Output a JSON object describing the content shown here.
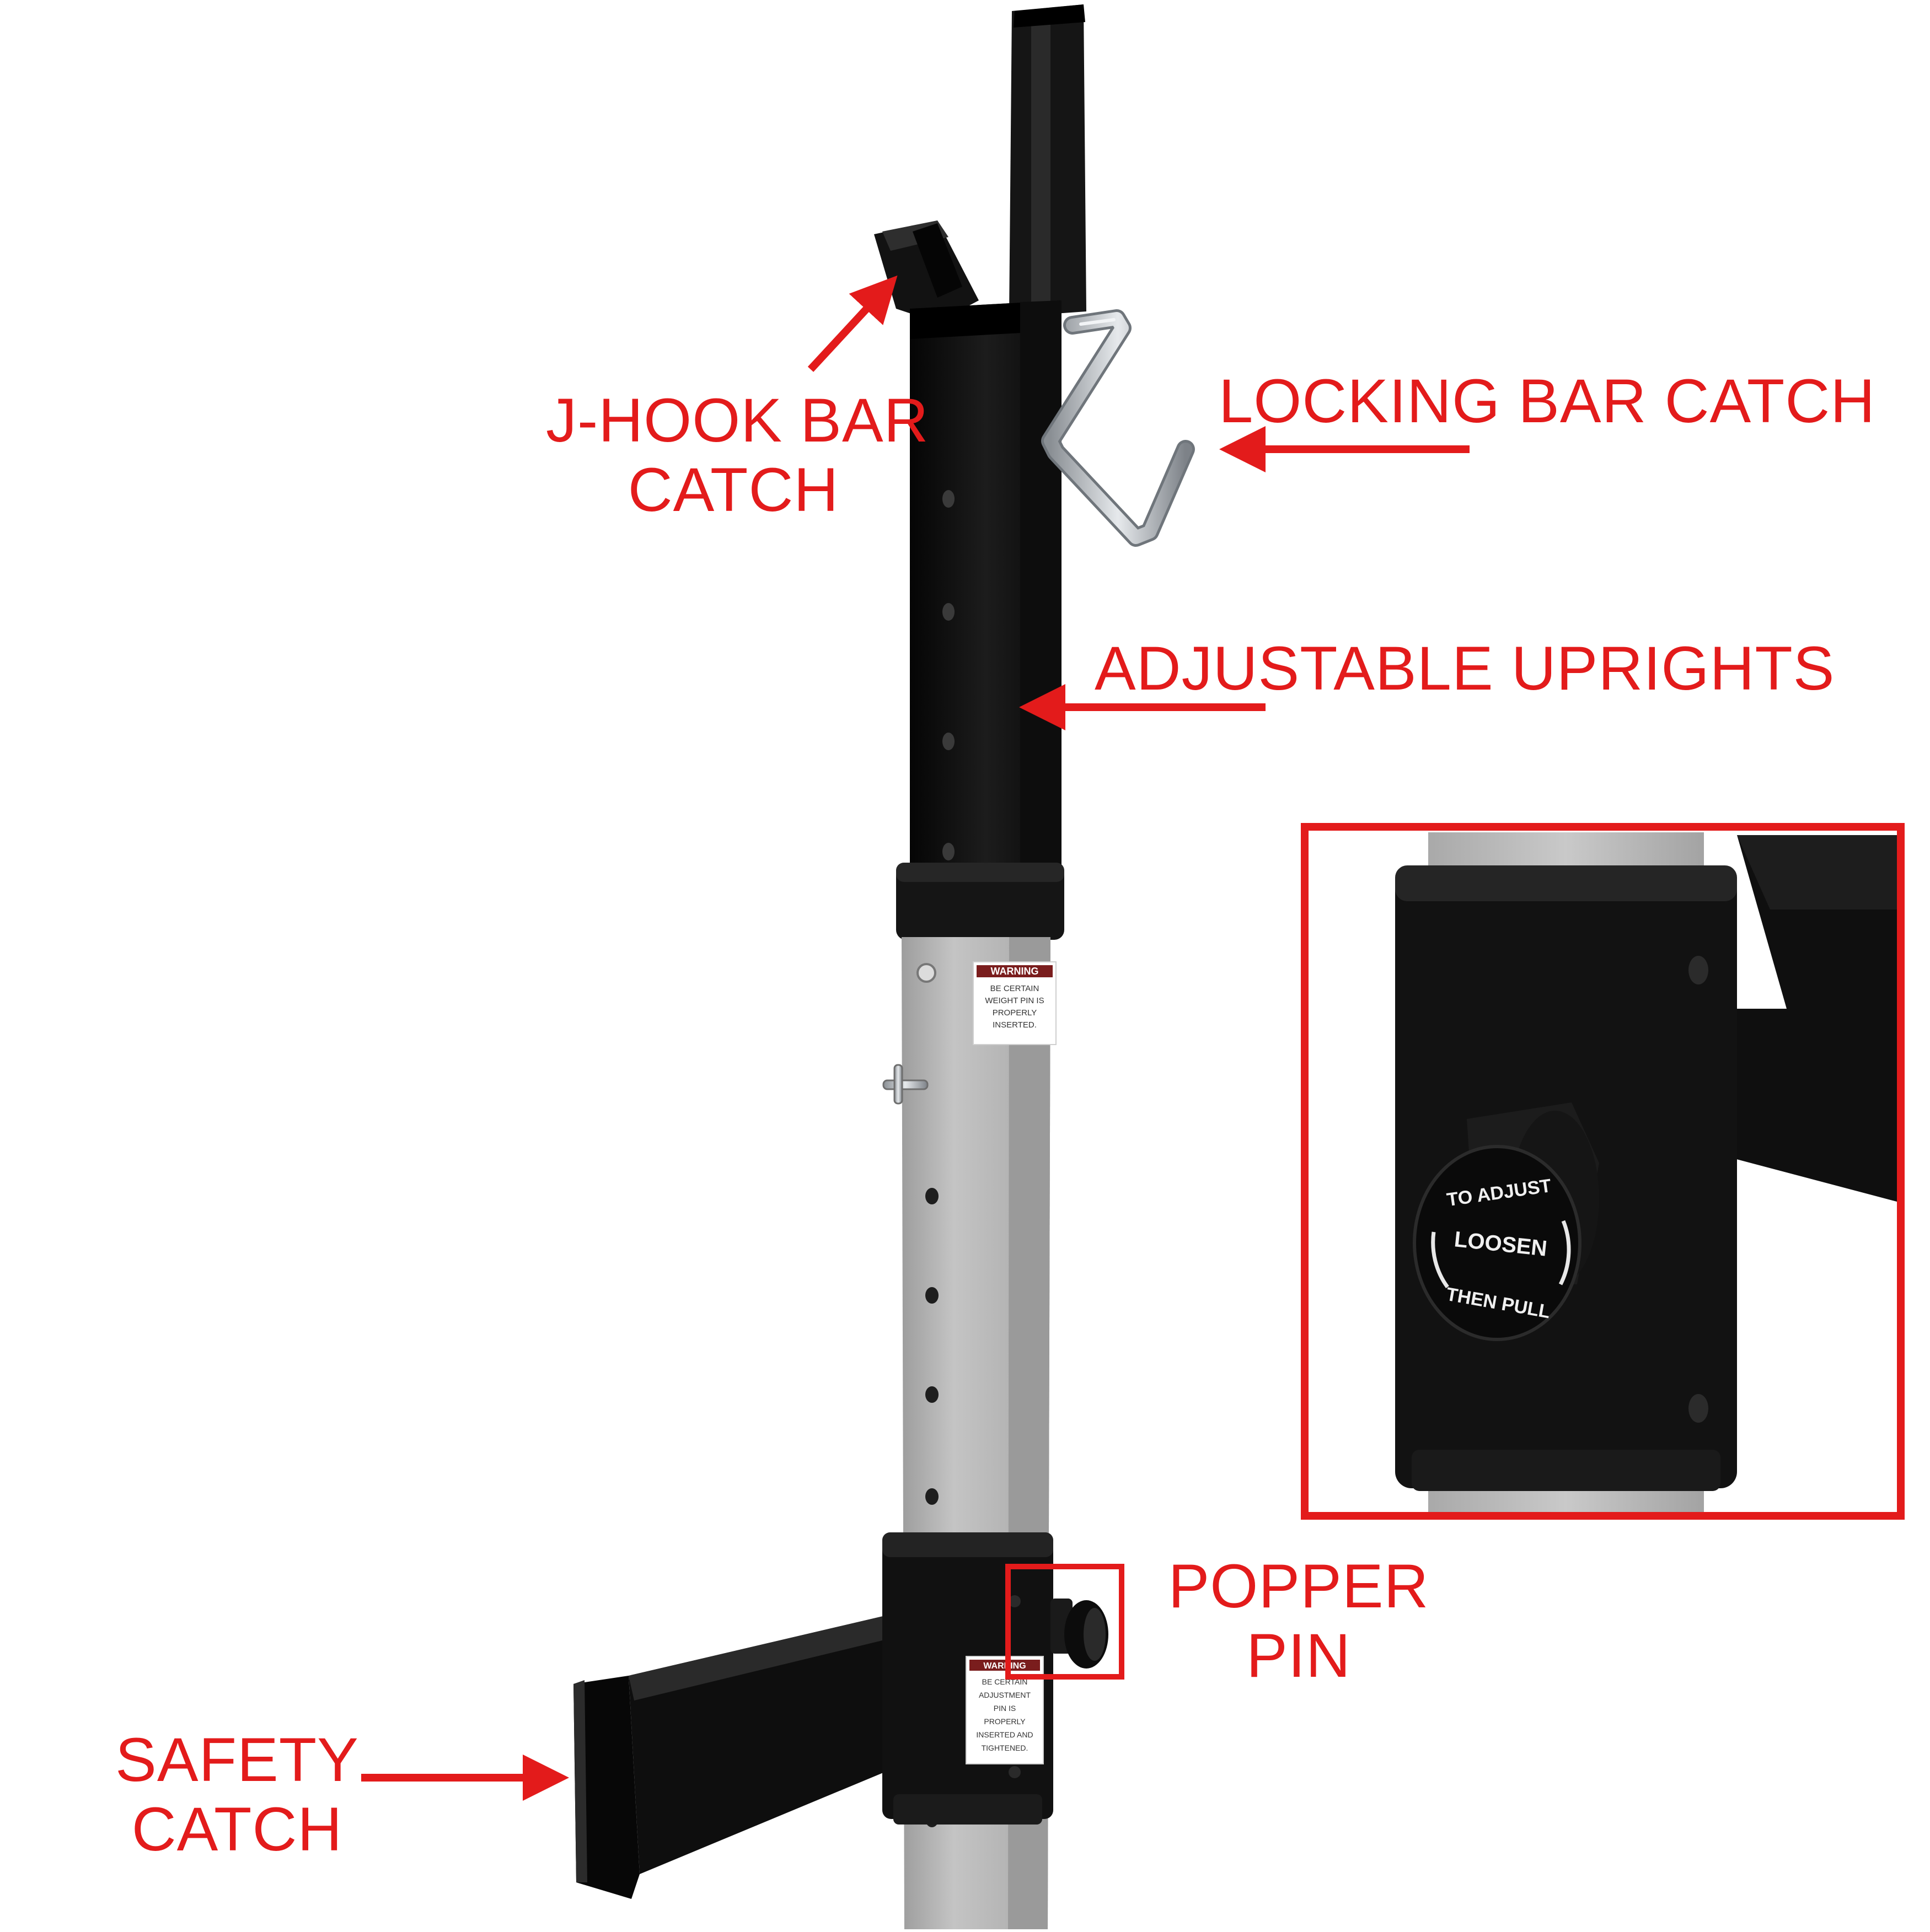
{
  "labels": {
    "jhook": {
      "line1": "J-HOOK BAR",
      "line2": "CATCH"
    },
    "locking": "LOCKING BAR CATCH",
    "uprights": "ADJUSTABLE UPRIGHTS",
    "popper": {
      "line1": "POPPER",
      "line2": "PIN"
    },
    "safety": {
      "line1": "SAFETY",
      "line2": "CATCH"
    }
  },
  "stickers": {
    "upper": {
      "warning": "WARNING",
      "lines": [
        "BE CERTAIN",
        "WEIGHT PIN IS",
        "PROPERLY",
        "INSERTED."
      ]
    },
    "lower": {
      "warning": "WARNING",
      "lines": [
        "BE CERTAIN",
        "ADJUSTMENT",
        "PIN IS",
        "PROPERLY",
        "INSERTED AND",
        "TIGHTENED."
      ]
    }
  },
  "knob": {
    "top": "TO ADJUST",
    "middle": "LOOSEN",
    "bottom": "THEN PULL"
  },
  "colors": {
    "label_red": "#e31b1b",
    "frame_red": "#e31b1b",
    "steel_black": "#111111",
    "steel_gray": "#b4b4b4"
  }
}
